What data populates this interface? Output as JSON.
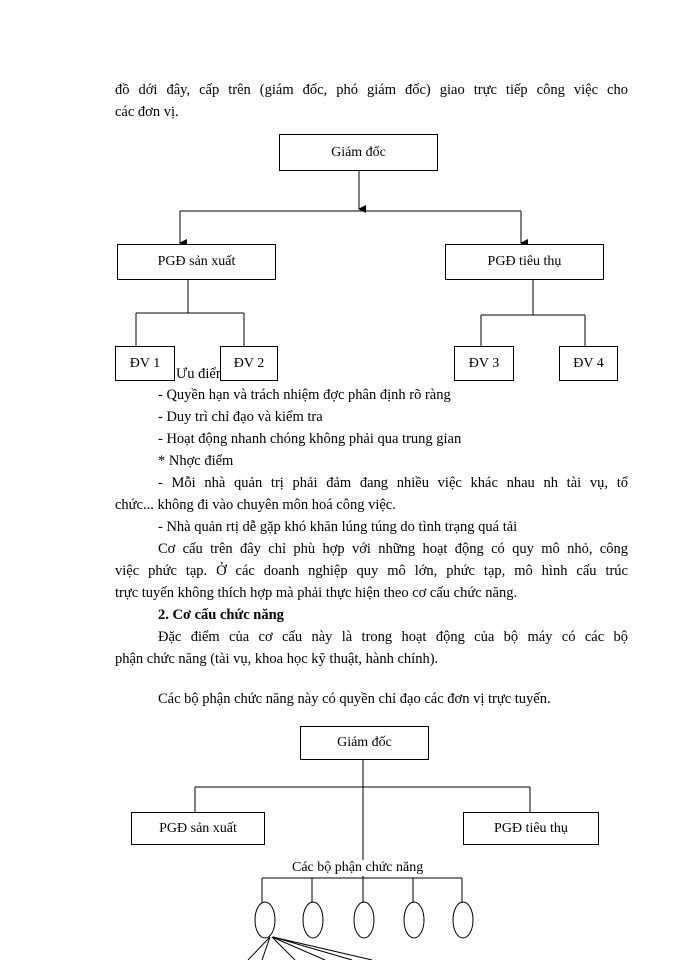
{
  "intro": {
    "line1": "đồ dới đây, cấp trên (giám đốc, phó giám đốc) giao trực tiếp công việc cho",
    "line2": "các đơn vị."
  },
  "org1": {
    "top": "Giám đốc",
    "left": "PGĐ sản xuất",
    "right": "PGĐ tiêu thụ",
    "units": [
      "ĐV 1",
      "ĐV 2",
      "ĐV 3",
      "ĐV 4"
    ]
  },
  "body": {
    "advantages_heading": "Ưu điểm",
    "adv": [
      "- Quyền hạn và trách nhiệm đợc phân định rõ ràng",
      "- Duy trì chỉ đạo và kiểm tra",
      "- Hoạt động nhanh chóng không phải qua trung gian"
    ],
    "disadvantages_heading": "* Nhợc điểm",
    "dis1_a": "- Mỗi nhà quản trị phải đảm đang nhiều việc khác nhau nh tài vụ, tổ",
    "dis1_b": "chức... không đi vào chuyên môn hoá công việc.",
    "dis2": "- Nhà quản rtị dễ gặp khó khăn lúng túng do tình trạng quá tải",
    "para_a": "Cơ cấu trên đây chỉ phù hợp với những hoạt động có quy mô nhỏ, công",
    "para_b": "việc phức tạp. Ở các doanh nghiệp quy mô lớn, phức tạp, mô hình cấu trúc",
    "para_c": "trực tuyến không thích hợp mà phải thực hiện theo cơ cấu chức năng.",
    "section_heading": "2. Cơ cấu chức năng",
    "sec_a": "Đặc điểm của cơ cấu này là trong hoạt động của bộ máy có các bộ",
    "sec_b": "phận chức năng (tài vụ, khoa học kỹ thuật, hành chính).",
    "sec_c": "Các bộ phận chức năng này có quyền chỉ đạo các đơn vị trực tuyến."
  },
  "org2": {
    "top": "Giám đốc",
    "left": "PGĐ sản xuất",
    "right": "PGĐ tiêu thụ",
    "func_label": "Các bộ phận chức năng"
  }
}
